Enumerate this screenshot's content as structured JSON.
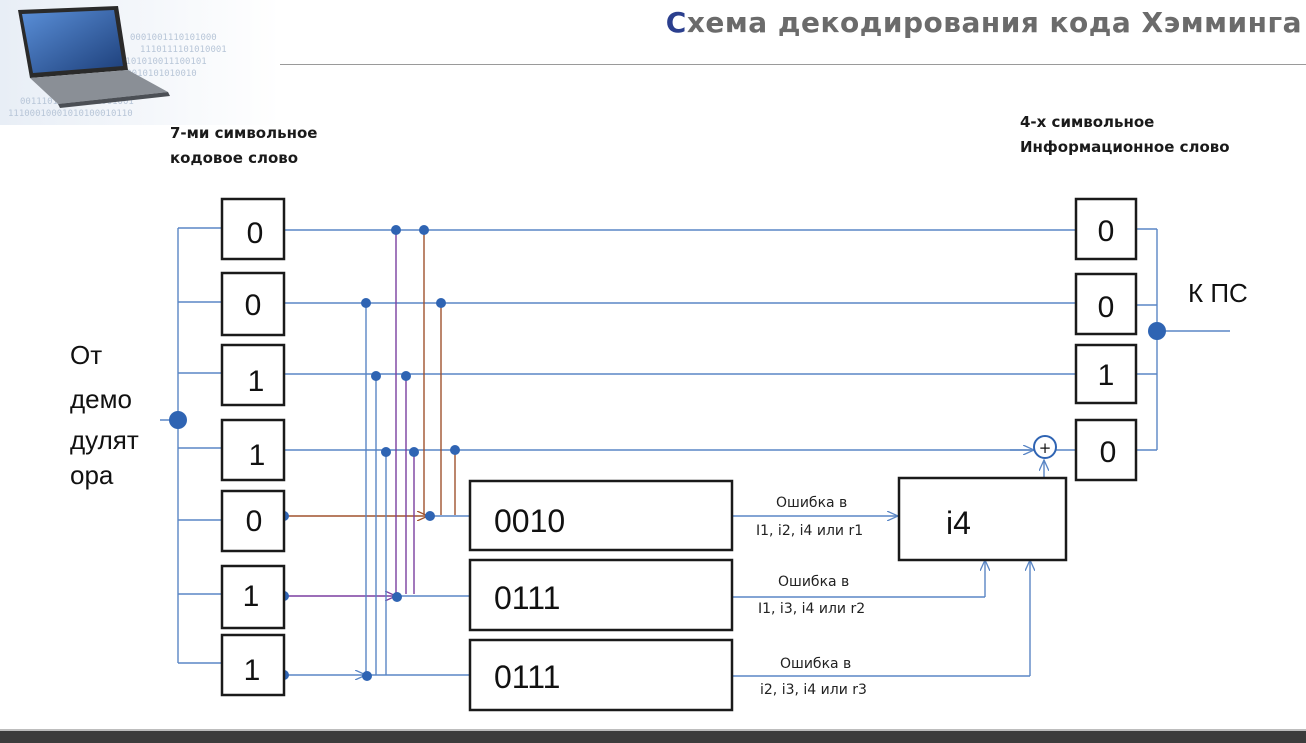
{
  "header": {
    "title_first": "С",
    "title_rest": "хема декодирования кода Хэмминга",
    "logo": "laptop-binary-logo"
  },
  "labels": {
    "input_caption_1": "7-ми символьное",
    "input_caption_2": "кодовое слово",
    "output_caption_1": "4-х символьное",
    "output_caption_2": "Информационное слово",
    "source_1": "От",
    "source_2": "демо",
    "source_3": "дулят",
    "source_4": "ора",
    "destination": "К ПС"
  },
  "codeword_bits": [
    "0",
    "0",
    "1",
    "1",
    "0",
    "1",
    "1"
  ],
  "output_bits": [
    "0",
    "0",
    "1",
    "0"
  ],
  "checkers": [
    {
      "pattern": "0010",
      "error_line1": "Ошибка в",
      "error_line2": "I1, i2, i4 или r1"
    },
    {
      "pattern": "0111",
      "error_line1": "Ошибка в",
      "error_line2": "I1, i3, i4 или r2"
    },
    {
      "pattern": "0111",
      "error_line1": "Ошибка в",
      "error_line2": "i2, i3, i4 или r3"
    }
  ],
  "syndrome_result": "i4",
  "xor_symbol": "+",
  "colors": {
    "wire": "#5a86c5",
    "node": "#2f64b3",
    "brown": "#a0522d",
    "purple": "#7b3fa0",
    "box": "#1a1a1a",
    "title_accent": "#2b3f8e"
  }
}
